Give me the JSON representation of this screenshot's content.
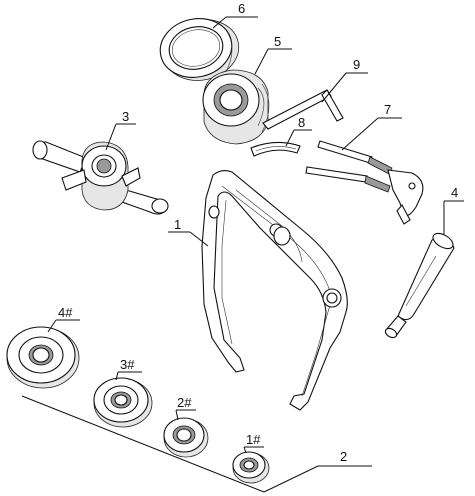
{
  "labels": {
    "l1": "1",
    "l2": "2",
    "l3": "3",
    "l4": "4",
    "l5": "5",
    "l6": "6",
    "l7": "7",
    "l8": "8",
    "l9": "9",
    "l4s": "4#",
    "l3s": "3#",
    "l2s": "2#",
    "l1s": "1#"
  }
}
